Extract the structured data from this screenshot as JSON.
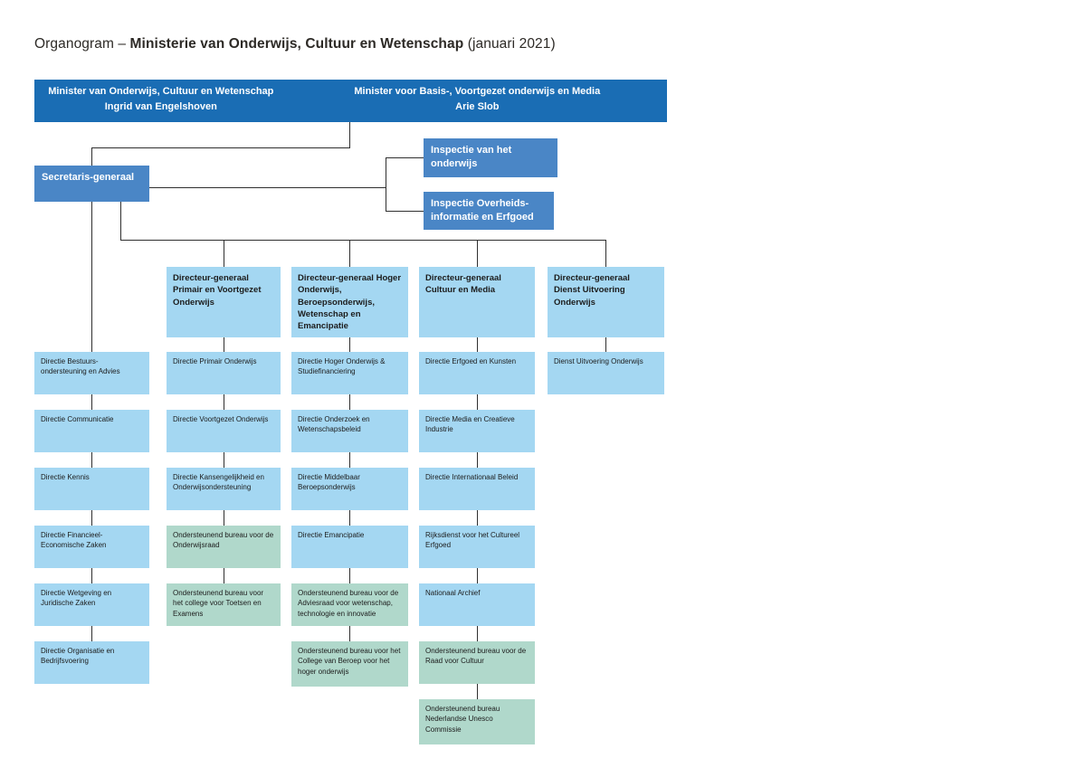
{
  "title": {
    "prefix": "Organogram – ",
    "bold": "Ministerie van Onderwijs, Cultuur en Wetenschap",
    "suffix": " (januari 2021)"
  },
  "ministers_bar": {
    "left": {
      "title": "Minister van Onderwijs, Cultuur en Wetenschap",
      "name": "Ingrid van Engelshoven"
    },
    "right": {
      "title": "Minister voor Basis-, Voortgezet onderwijs en Media",
      "name": "Arie Slob"
    }
  },
  "colors": {
    "bar_blue": "#1a6db4",
    "medium_blue": "#4a86c6",
    "light_blue": "#a4d7f2",
    "support_green": "#b0d8cb",
    "line": "#2f2f2f",
    "text_dark": "#1c1c1c",
    "text_light": "#ffffff"
  },
  "nodes": {
    "secretaris-generaal": {
      "label": "Secretaris-generaal",
      "variant": "secondary"
    },
    "inspectie-van-het-onderwijs": {
      "label": "Inspectie van het onderwijs",
      "variant": "secondary"
    },
    "inspectie-overheidsinformatie-en-erfgoed": {
      "label": "Inspectie Overheids-informatie en Erfgoed",
      "variant": "secondary"
    },
    "dg-primair-en-voortgezet-onderwijs": {
      "label": "Directeur-generaal Primair en Voortgezet Onderwijs",
      "variant": "dg"
    },
    "dg-hoger-onderwijs-beroepsonderwijs-wetenschap-emancipatie": {
      "label": "Directeur-generaal Hoger Onderwijs, Beroepsonderwijs, Wetenschap en Emancipatie",
      "variant": "dg"
    },
    "dg-cultuur-en-media": {
      "label": "Directeur-generaal Cultuur en Media",
      "variant": "dg"
    },
    "dg-dienst-uitvoering-onderwijs": {
      "label": "Directeur-generaal Dienst Uitvoering Onderwijs",
      "variant": "dg"
    },
    "directie-bestuursondersteuning-en-advies": {
      "label": "Directie Bestuurs-ondersteuning en Advies",
      "variant": "directorate"
    },
    "directie-communicatie": {
      "label": "Directie Communicatie",
      "variant": "directorate"
    },
    "directie-kennis": {
      "label": "Directie Kennis",
      "variant": "directorate"
    },
    "directie-financieel-economische-zaken": {
      "label": "Directie Financieel-Economische Zaken",
      "variant": "directorate"
    },
    "directie-wetgeving-en-juridische-zaken": {
      "label": "Directie Wetgeving en Juridische Zaken",
      "variant": "directorate"
    },
    "directie-organisatie-en-bedrijfsvoering": {
      "label": "Directie Organisatie en Bedrijfsvoering",
      "variant": "directorate"
    },
    "directie-primair-onderwijs": {
      "label": "Directie Primair Onderwijs",
      "variant": "directorate"
    },
    "directie-voortgezet-onderwijs": {
      "label": "Directie Voortgezet Onderwijs",
      "variant": "directorate"
    },
    "directie-kansengelijkheid-en-onderwijsondersteuning": {
      "label": "Directie Kansengelijkheid en Onderwijsondersteuning",
      "variant": "directorate"
    },
    "bureau-onderwijsraad": {
      "label": "Ondersteunend bureau voor de Onderwijsraad",
      "variant": "support"
    },
    "bureau-college-voor-toetsen-en-examens": {
      "label": "Ondersteunend bureau voor het college voor Toetsen en Examens",
      "variant": "support"
    },
    "directie-hoger-onderwijs-en-studiefinanciering": {
      "label": "Directie Hoger Onderwijs & Studiefinanciering",
      "variant": "directorate"
    },
    "directie-onderzoek-en-wetenschapsbeleid": {
      "label": "Directie Onderzoek en Wetenschapsbeleid",
      "variant": "directorate"
    },
    "directie-middelbaar-beroepsonderwijs": {
      "label": "Directie Middelbaar Beroepsonderwijs",
      "variant": "directorate"
    },
    "directie-emancipatie": {
      "label": "Directie Emancipatie",
      "variant": "directorate"
    },
    "bureau-adviesraad-wetenschap-technologie-innovatie": {
      "label": "Ondersteunend bureau voor de Adviesraad voor wetenschap, technologie en innovatie",
      "variant": "support"
    },
    "bureau-college-van-beroep-hoger-onderwijs": {
      "label": "Ondersteunend bureau voor het College van Beroep voor het hoger onderwijs",
      "variant": "support"
    },
    "directie-erfgoed-en-kunsten": {
      "label": "Directie Erfgoed en Kunsten",
      "variant": "directorate"
    },
    "directie-media-en-creatieve-industrie": {
      "label": "Directie Media en Creatieve Industrie",
      "variant": "directorate"
    },
    "directie-internationaal-beleid": {
      "label": "Directie Internationaal Beleid",
      "variant": "directorate"
    },
    "rijksdienst-voor-het-cultureel-erfgoed": {
      "label": "Rijksdienst voor het Cultureel Erfgoed",
      "variant": "directorate"
    },
    "nationaal-archief": {
      "label": "Nationaal Archief",
      "variant": "directorate"
    },
    "bureau-raad-voor-cultuur": {
      "label": "Ondersteunend bureau voor de Raad voor Cultuur",
      "variant": "support"
    },
    "bureau-nederlandse-unesco-commissie": {
      "label": "Ondersteunend bureau Nederlandse Unesco Commissie",
      "variant": "support"
    },
    "dienst-uitvoering-onderwijs": {
      "label": "Dienst Uitvoering Onderwijs",
      "variant": "directorate"
    }
  }
}
